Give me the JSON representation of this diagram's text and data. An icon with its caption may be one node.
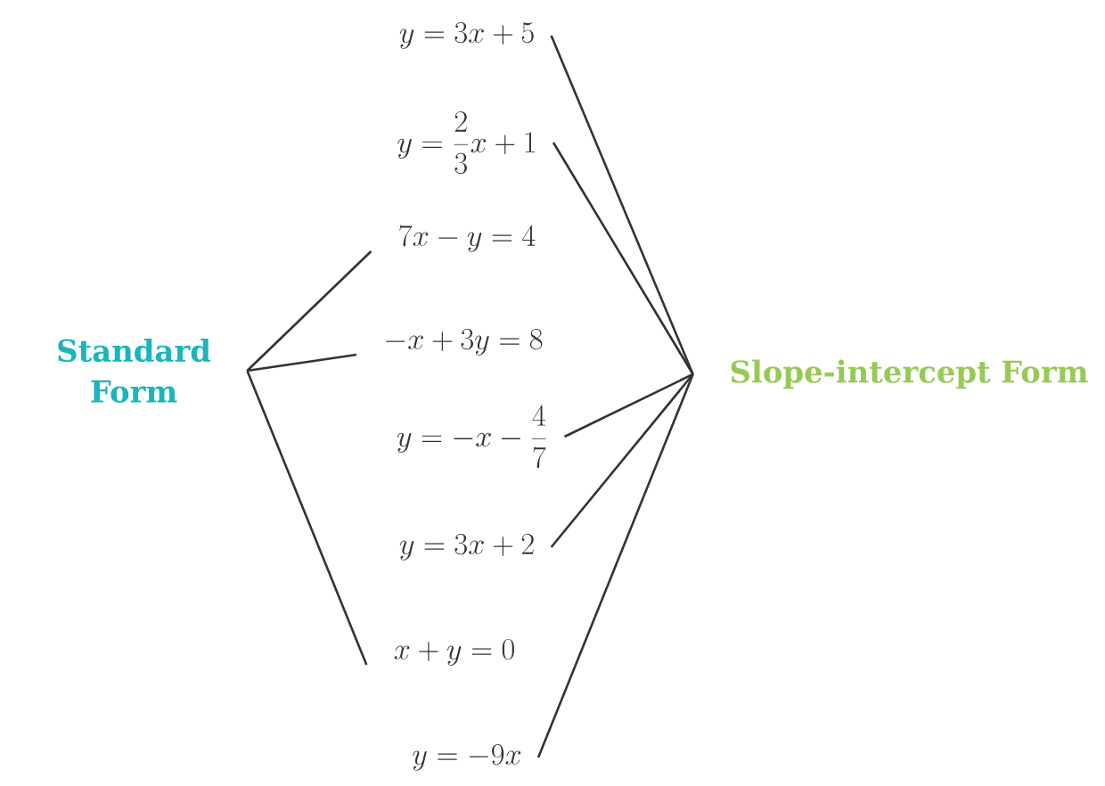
{
  "diagram": {
    "nodes": [
      {
        "text": [
          "Standard Form"
        ]
      },
      {
        "text": [
          "Slope-intercept Form"
        ]
      },
      {
        "text": [
          "y=3x+5"
        ]
      },
      {
        "text": [
          "y=\\frac{2}{3}x+1"
        ]
      },
      {
        "text": [
          "7x-y=4"
        ]
      },
      {
        "text": [
          "-x+3y=8"
        ]
      },
      {
        "text": [
          "y=-x-\\frac{4}{7}"
        ]
      },
      {
        "text": [
          "y=3x+2"
        ]
      },
      {
        "text": [
          "x+y=0"
        ]
      },
      {
        "text": [
          "y=-9x"
        ]
      }
    ],
    "edges": [
      {
        "from": 0,
        "to": 4,
        "arrow": "none"
      },
      {
        "from": 0,
        "to": 5,
        "arrow": "none"
      },
      {
        "from": 0,
        "to": 8,
        "arrow": "none"
      },
      {
        "from": 1,
        "to": 2,
        "arrow": "none"
      },
      {
        "from": 1,
        "to": 3,
        "arrow": "none"
      },
      {
        "from": 1,
        "to": 6,
        "arrow": "none"
      },
      {
        "from": 1,
        "to": 7,
        "arrow": "none"
      },
      {
        "from": 1,
        "to": 9,
        "arrow": "none"
      }
    ]
  }
}
